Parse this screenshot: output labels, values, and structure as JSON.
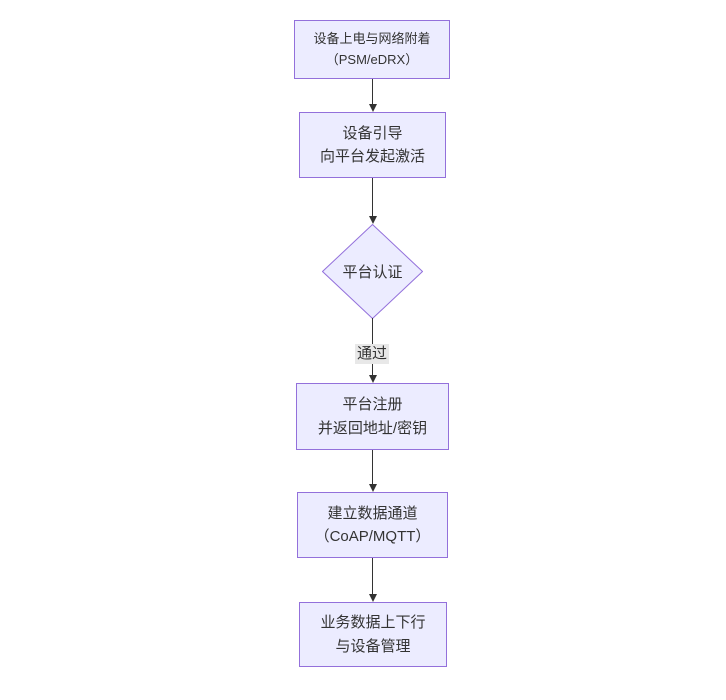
{
  "diagram": {
    "type": "flowchart",
    "direction": "top-down",
    "nodes": [
      {
        "id": "power-attach",
        "shape": "rect",
        "lines": [
          "设备上电与网络附着",
          "（PSM/eDRX）"
        ]
      },
      {
        "id": "bootstrap",
        "shape": "rect",
        "lines": [
          "设备引导",
          "向平台发起激活"
        ]
      },
      {
        "id": "platform-auth",
        "shape": "diamond",
        "lines": [
          "平台认证"
        ]
      },
      {
        "id": "register",
        "shape": "rect",
        "lines": [
          "平台注册",
          "并返回地址/密钥"
        ]
      },
      {
        "id": "data-channel",
        "shape": "rect",
        "lines": [
          "建立数据通道",
          "（CoAP/MQTT）"
        ]
      },
      {
        "id": "business-data",
        "shape": "rect",
        "lines": [
          "业务数据上下行",
          "与设备管理"
        ]
      }
    ],
    "edges": [
      {
        "from": "power-attach",
        "to": "bootstrap",
        "label": ""
      },
      {
        "from": "bootstrap",
        "to": "platform-auth",
        "label": ""
      },
      {
        "from": "platform-auth",
        "to": "register",
        "label": "通过"
      },
      {
        "from": "register",
        "to": "data-channel",
        "label": ""
      },
      {
        "from": "data-channel",
        "to": "business-data",
        "label": ""
      }
    ],
    "edge_label_pass": "通过",
    "colors": {
      "node_fill": "#ECECFF",
      "node_border": "#9370DB",
      "arrow": "#333333",
      "edge_label_bg": "#e8e8e8",
      "text": "#333333",
      "background": "#ffffff"
    }
  }
}
